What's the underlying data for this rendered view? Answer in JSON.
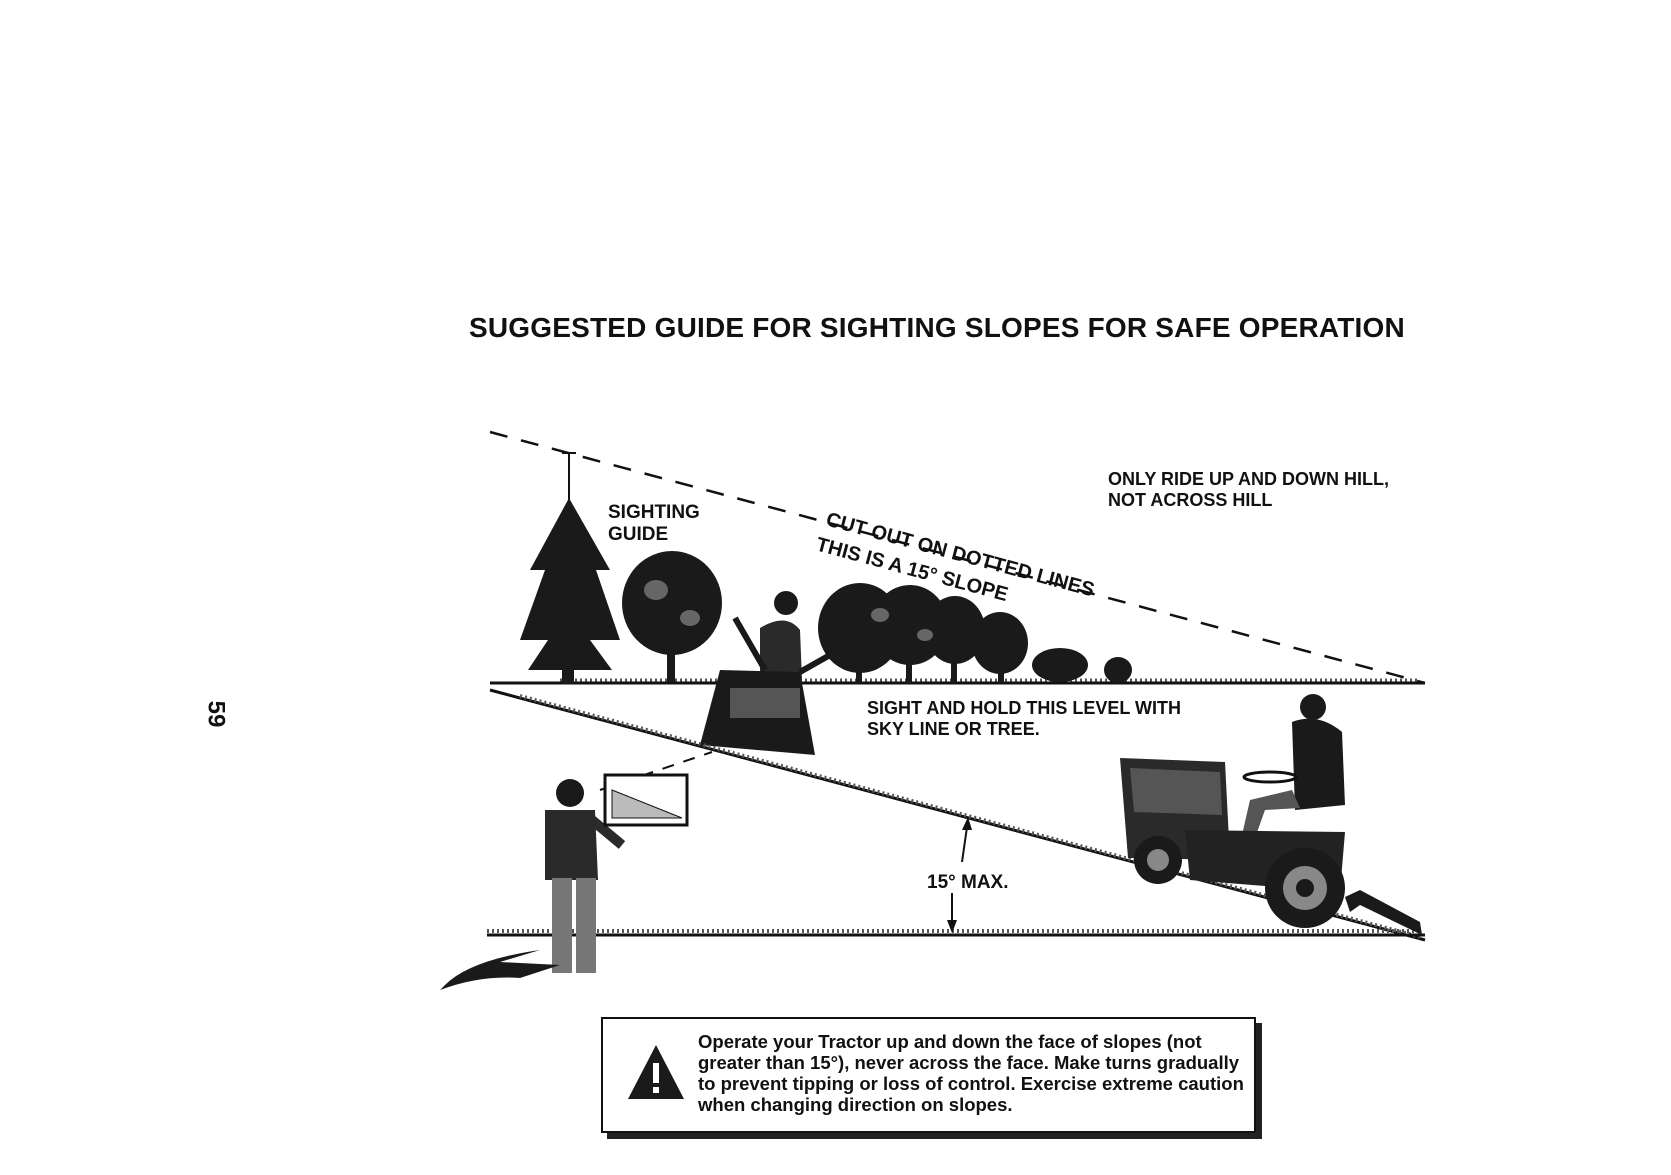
{
  "page_number": "59",
  "title": "SUGGESTED GUIDE FOR SIGHTING SLOPES FOR SAFE OPERATION",
  "labels": {
    "sighting_guide_line1": "SIGHTING",
    "sighting_guide_line2": "GUIDE",
    "cut_out": "CUT OUT ON DOTTED LINES",
    "slope_15": "THIS IS A 15° SLOPE",
    "only_ride_line1": "ONLY RIDE UP AND DOWN HILL,",
    "only_ride_line2": "NOT ACROSS HILL",
    "sight_hold_line1": "SIGHT AND HOLD THIS LEVEL WITH",
    "sight_hold_line2": "SKY LINE OR TREE.",
    "max_angle": "15° MAX."
  },
  "warning": {
    "icon": "warning-triangle-icon",
    "text": "Operate your Tractor up and down the face of slopes (not greater than 15°), never across the face. Make turns gradually to prevent tipping or loss of control. Exercise extreme caution when changing direction on slopes."
  }
}
